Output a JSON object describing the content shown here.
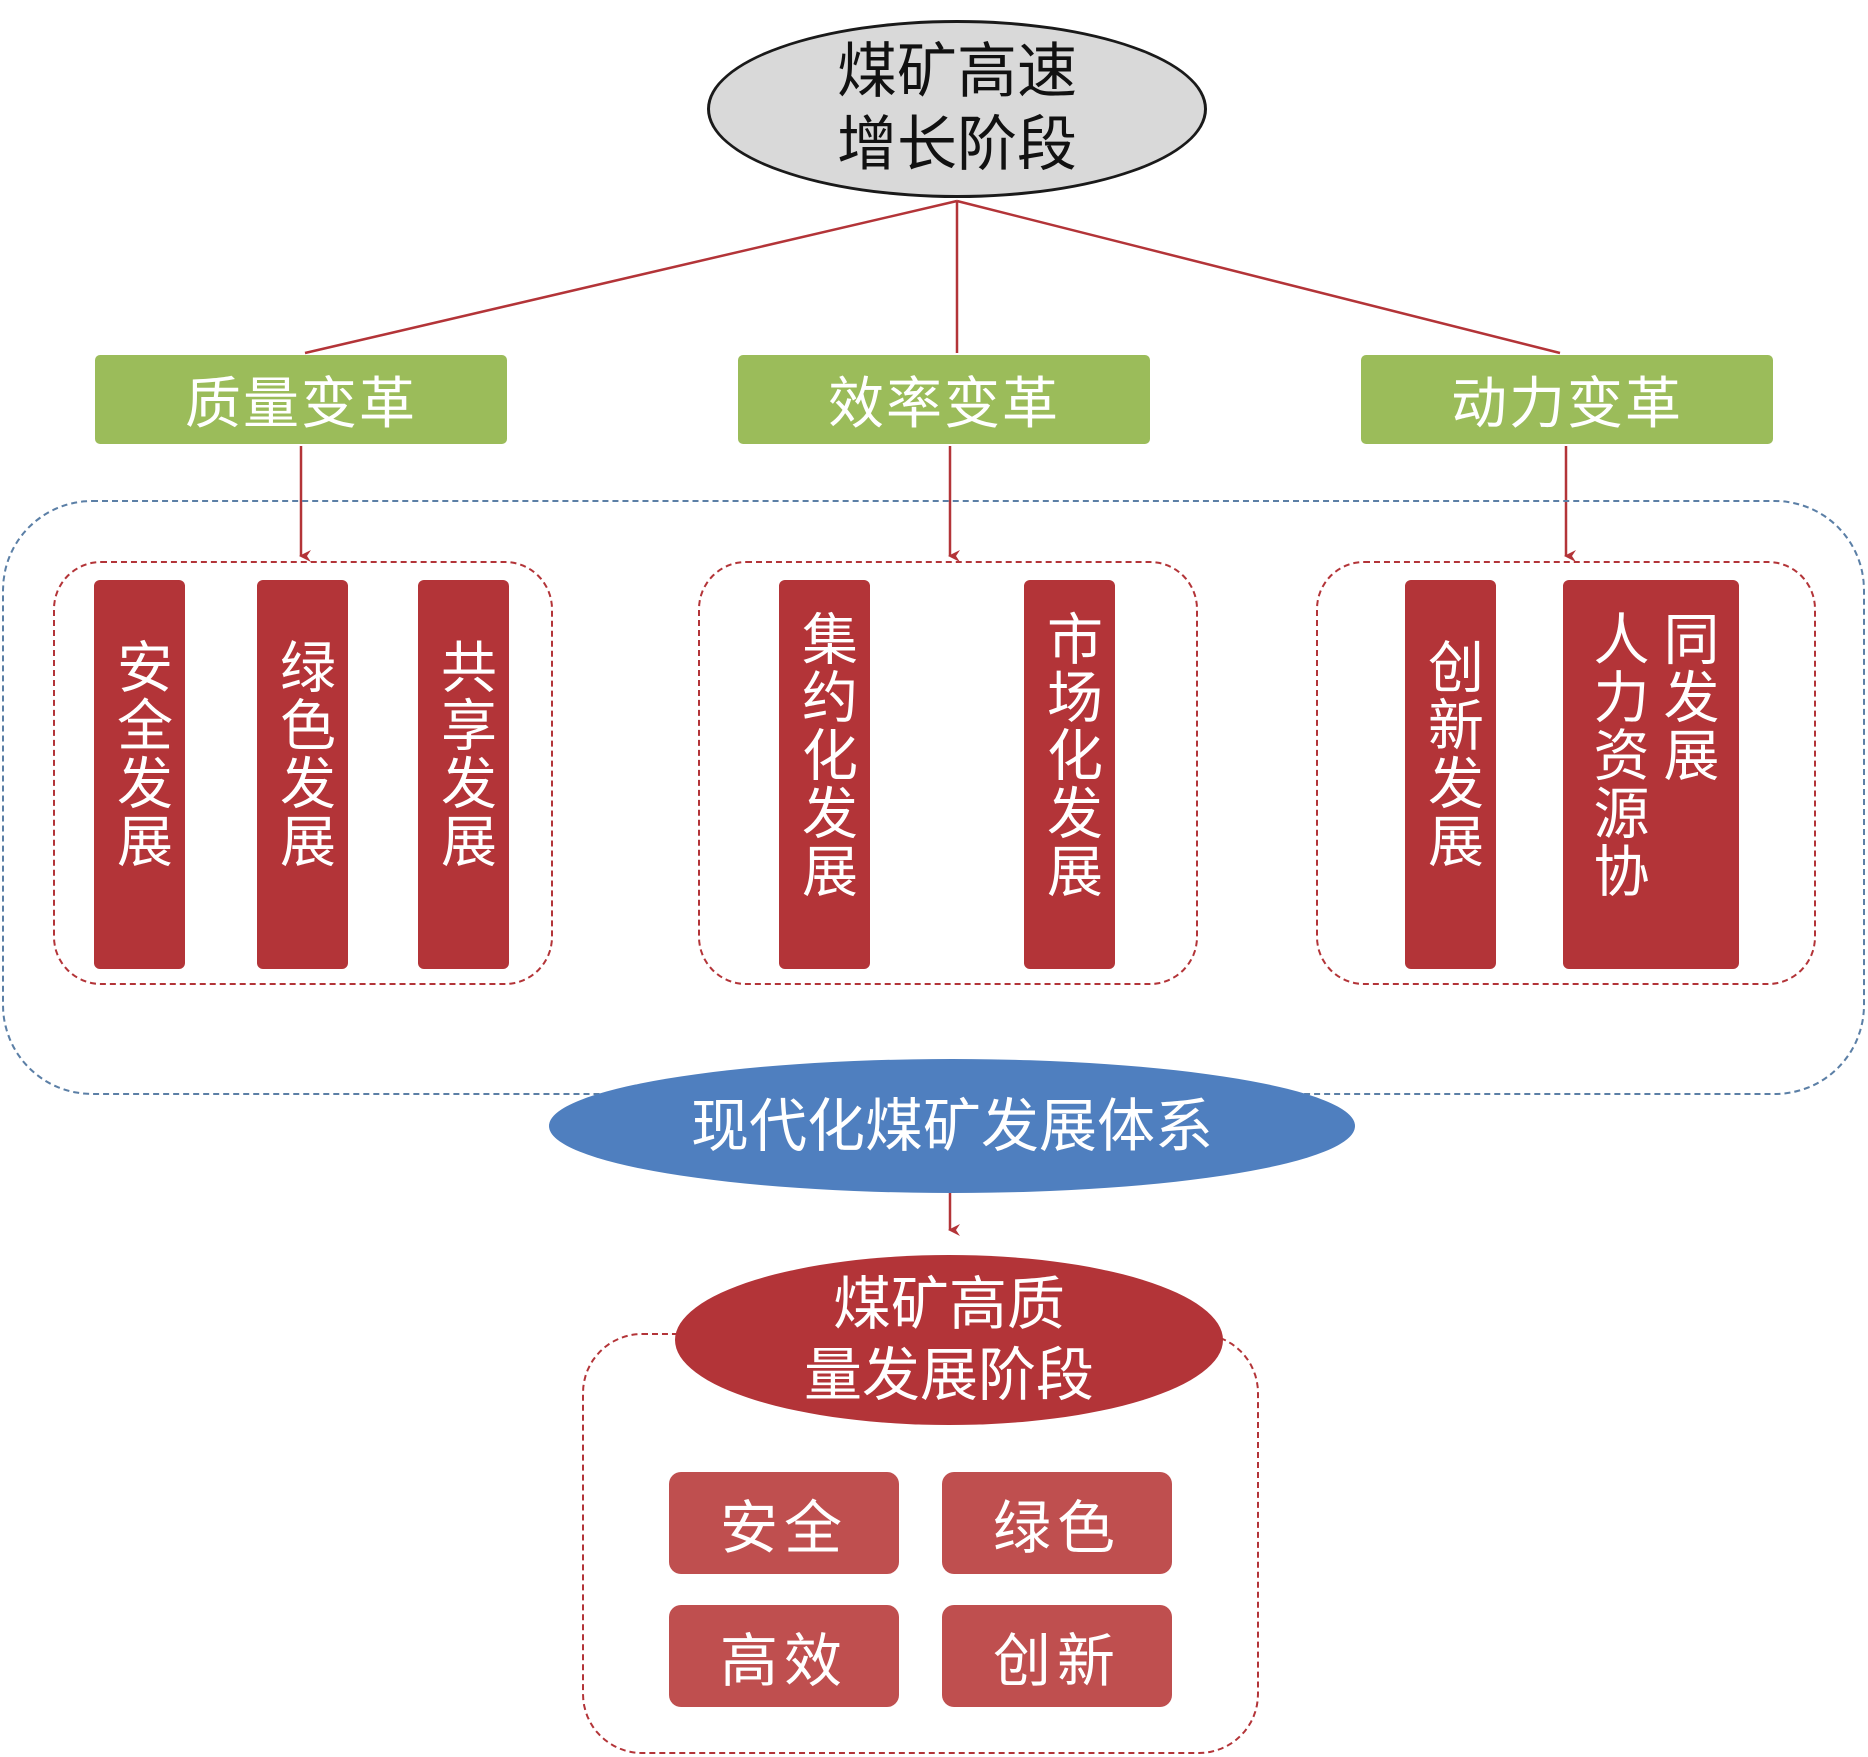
{
  "top_stage": {
    "line1": "煤矿高速",
    "line2": "增长阶段"
  },
  "reforms": {
    "quality": "质量变革",
    "efficiency": "效率变革",
    "power": "动力变革"
  },
  "quality_items": [
    "安全发展",
    "绿色发展",
    "共享发展"
  ],
  "efficiency_items": [
    "集约化发展",
    "市场化发展"
  ],
  "power_items": {
    "innovation": "创新发展",
    "hr_col1": "人力资源协",
    "hr_col2": "同发展"
  },
  "system": {
    "label": "现代化煤矿发展体系"
  },
  "target_stage": {
    "line1": "煤矿高质",
    "line2": "量发展阶段"
  },
  "features": {
    "safety": "安全",
    "green": "绿色",
    "efficient": "高效",
    "innovation": "创新"
  },
  "colors": {
    "red": "#b33438",
    "green": "#9bbc5a",
    "blue": "#4f7fbf",
    "grey": "#d9d9d9",
    "light_red": "#bf4f4f",
    "blue_dash": "#5b7fa6"
  }
}
